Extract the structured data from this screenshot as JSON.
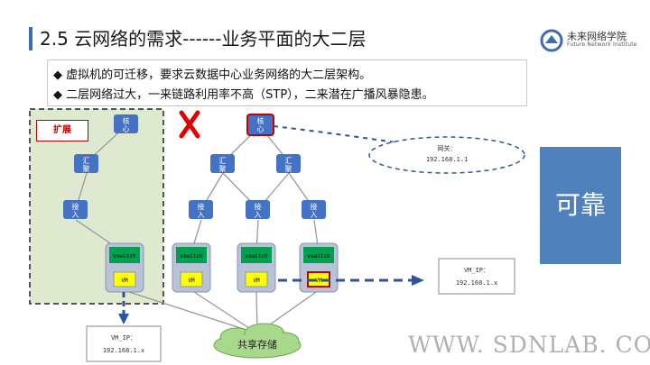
{
  "title": "2.5 云网络的需求------业务平面的大二层",
  "logo": {
    "name": "未来网络学院",
    "subtitle": "Future Network Institute"
  },
  "bullets": [
    "◆ 虚拟机的可迁移，要求云数据中心业务网络的大二层架构。",
    "◆ 二层网络过大，一来链路利用率不高（STP），二来潜在广播风暴隐患。"
  ],
  "expand_label": "扩展",
  "reliable_label": "可靠",
  "nodes": {
    "core": [
      "核",
      "心"
    ],
    "agg": [
      "汇",
      "聚"
    ],
    "access": [
      "接",
      "入"
    ],
    "vswitch": "vswitch",
    "vm": "VM"
  },
  "gateway": {
    "label": "网关：",
    "ip": "192.168.1.1"
  },
  "vm_ip_right": {
    "label": "VM_IP：",
    "ip": "192.168.1.x"
  },
  "vm_ip_bottom": {
    "label": "VM_IP：",
    "ip": "192.168.1.x"
  },
  "storage_label": "共享存储",
  "watermark": "WWW. SDNLAB. COM",
  "colors": {
    "node_blue": "#4472c4",
    "vswitch_green": "#00a050",
    "vm_yellow": "#ffff00",
    "dashed_arrow": "#2e5597",
    "red_x": "#e00000",
    "expand_area": "#dfe9cf",
    "reliable_box": "#4f81bd"
  }
}
